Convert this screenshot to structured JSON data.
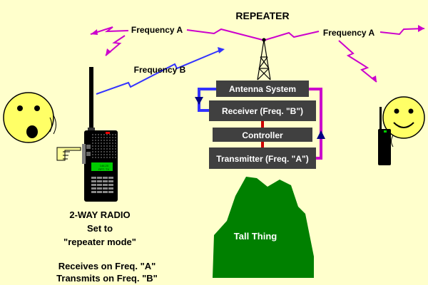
{
  "title": "REPEATER",
  "labels": {
    "freq_a_left": "Frequency A",
    "freq_a_right": "Frequency A",
    "freq_b": "Frequency B",
    "tall_thing": "Tall Thing"
  },
  "repeater_blocks": {
    "antenna": "Antenna System",
    "receiver": "Receiver (Freq. \"B\")",
    "controller": "Controller",
    "transmitter": "Transmitter (Freq. \"A\")"
  },
  "radio_display": {
    "line1": "146.20",
    "line2": "RPT. TX"
  },
  "caption": {
    "line1": "2-WAY RADIO",
    "line2": "Set to",
    "line3": "\"repeater mode\"",
    "line4": "Receives on Freq. \"A\"",
    "line5": "Transmits on Freq. \"B\""
  },
  "colors": {
    "background": "#ffffcc",
    "freq_a": "#cc00cc",
    "freq_b": "#3333ff",
    "block": "#404040",
    "link": "#cc0000",
    "mountain": "#008000",
    "face": "#ffff66"
  }
}
